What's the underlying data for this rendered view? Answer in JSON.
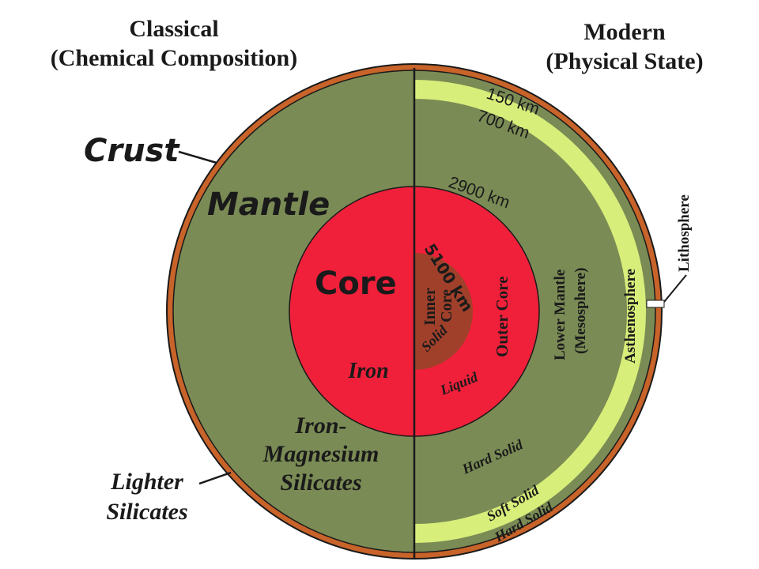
{
  "headings": {
    "classical_line1": "Classical",
    "classical_line2": "(Chemical Composition)",
    "modern_line1": "Modern",
    "modern_line2": "(Physical State)"
  },
  "classical": {
    "crust": "Crust",
    "mantle": "Mantle",
    "core": "Core",
    "iron": "Iron",
    "silicates_line1": "Iron-",
    "silicates_line2": "Magnesium",
    "silicates_line3": "Silicates",
    "lighter_line1": "Lighter",
    "lighter_line2": "Silicates"
  },
  "modern": {
    "depth_150": "150 km",
    "depth_700": "700 km",
    "depth_2900": "2900 km",
    "depth_5100": "5100 km",
    "inner_core_line1": "Inner",
    "inner_core_line2": "Core",
    "solid": "Solid",
    "outer_core": "Outer Core",
    "liquid": "Liquid",
    "lower_mantle_line1": "Lower Mantle",
    "lower_mantle_line2": "(Mesosphere)",
    "asthenosphere": "Asthenosphere",
    "lithosphere": "Lithosphere",
    "hard_solid": "Hard Solid",
    "soft_solid": "Soft Solid",
    "hard_solid_outer": "Hard Solid"
  },
  "colors": {
    "mantle": "#7a8b55",
    "crust": "#c8632a",
    "core": "#f0203a",
    "inner_core": "#a0402a",
    "asthenosphere": "#d8ee7a"
  }
}
